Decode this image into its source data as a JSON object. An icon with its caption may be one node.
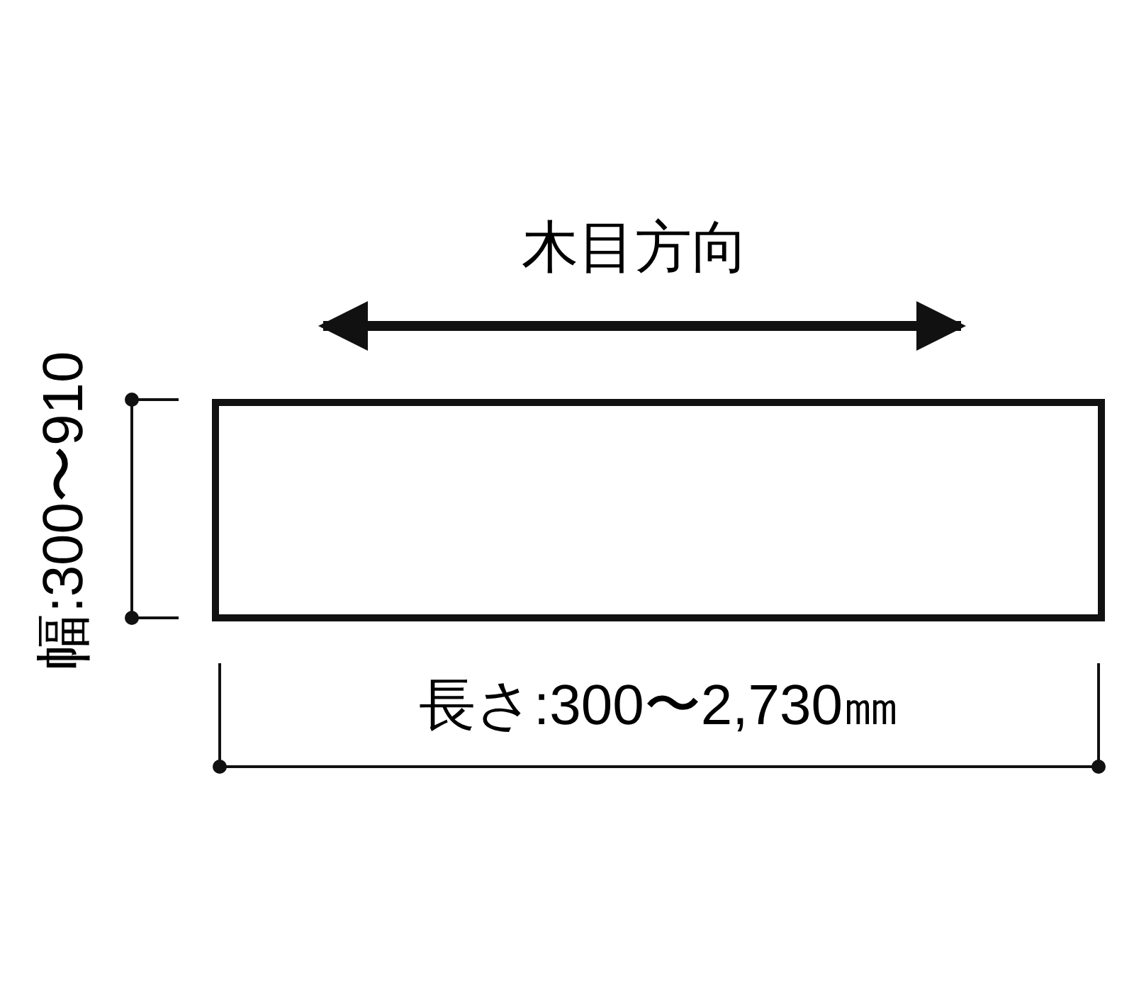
{
  "diagram": {
    "nodes": [
      {
        "text": [],
        "shape": "box"
      }
    ],
    "labels": [
      "木目方向",
      "幅:300〜910",
      "長さ:300〜2,730㎜"
    ]
  }
}
